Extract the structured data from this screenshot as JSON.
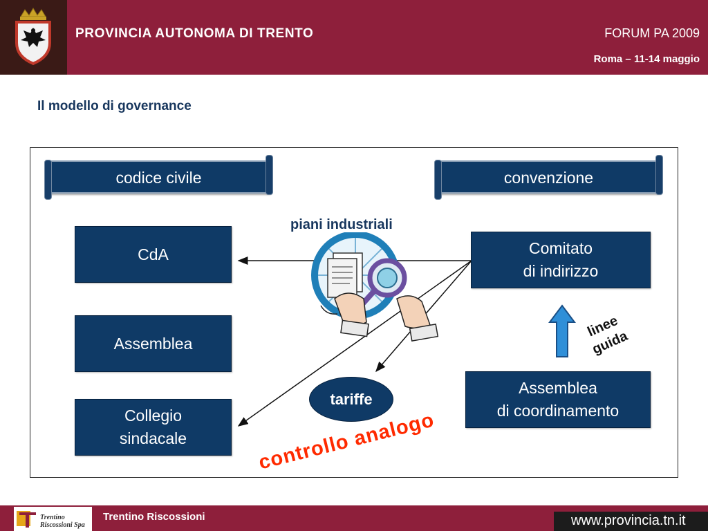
{
  "header": {
    "org_name": "PROVINCIA AUTONOMA DI TRENTO",
    "event_title": "FORUM PA 2009",
    "event_date": "Roma – 11-14 maggio"
  },
  "slide": {
    "title": "Il modello di governance"
  },
  "diagram": {
    "scroll_left": "codice civile",
    "scroll_right": "convenzione",
    "left_boxes": [
      "CdA",
      "Assemblea",
      "Collegio\nsindacale"
    ],
    "right_top_box": "Comitato\ndi indirizzo",
    "right_bottom_box": "Assemblea\ndi coordinamento",
    "center_label": "piani industriali",
    "ellipse_label": "tariffe",
    "arrow_label": "linee\nguida",
    "bottom_label": "controllo analogo"
  },
  "footer": {
    "logo_line1": "Trentino",
    "logo_line2": "Riscossioni Spa",
    "company": "Trentino Riscossioni",
    "url": "www.provincia.tn.it"
  },
  "colors": {
    "brand": "#8e1f3b",
    "box_fill": "#0f3a66",
    "title_text": "#17365d",
    "accent_red": "#ff2a00"
  },
  "icons": {
    "logo": "coat-of-arms-icon",
    "clipart": "document-magnifier-icon",
    "arrow_up": "arrow-up-icon"
  }
}
